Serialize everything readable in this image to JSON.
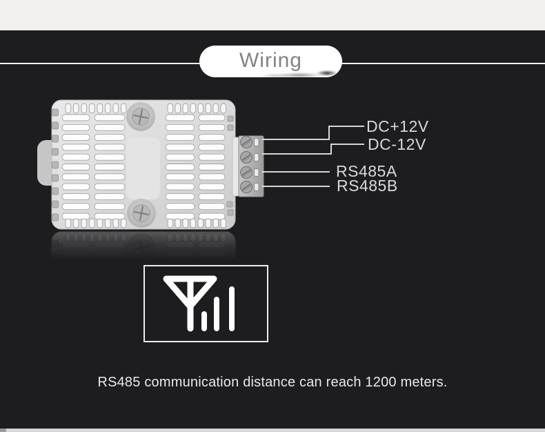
{
  "header": {
    "title": "Wiring"
  },
  "wiring": {
    "terminals": [
      {
        "id": "dc-plus-12v",
        "label": "DC+12V"
      },
      {
        "id": "dc-minus-12v",
        "label": "DC-12V"
      },
      {
        "id": "rs485-a",
        "label": "RS485A"
      },
      {
        "id": "rs485-b",
        "label": "RS485B"
      }
    ]
  },
  "icons": {
    "signal": "antenna-signal-icon"
  },
  "caption": {
    "text": "RS485 communication distance can reach 1200 meters."
  },
  "colors": {
    "background": "#1d1d1f",
    "top_band": "#f1f0ee",
    "bottom_strip": "#d7d7d7",
    "pill_bg": "#ffffff",
    "title_text": "#828282",
    "rule": "#f2f2f2",
    "wire_line": "#f0f0f0",
    "label_text": "#d9d9d9",
    "device_body": "#dcdcdc",
    "signal_box_border": "#ededed",
    "icon": "#ffffff",
    "caption_text": "#e9e9e9"
  }
}
